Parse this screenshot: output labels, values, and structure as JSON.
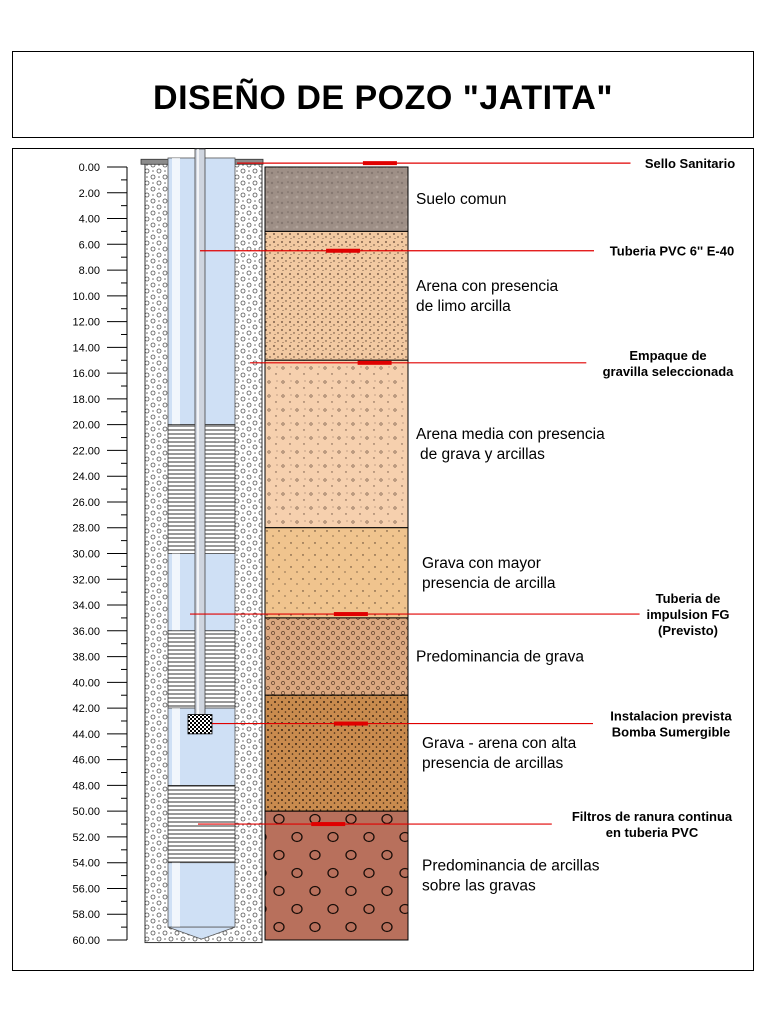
{
  "title": "DISEÑO DE POZO \"JATITA\"",
  "depth_ticks": [
    "0.00",
    "2.00",
    "4.00",
    "6.00",
    "8.00",
    "10.00",
    "12.00",
    "14.00",
    "16.00",
    "18.00",
    "20.00",
    "22.00",
    "24.00",
    "26.00",
    "28.00",
    "30.00",
    "32.00",
    "34.00",
    "36.00",
    "38.00",
    "40.00",
    "42.00",
    "44.00",
    "46.00",
    "48.00",
    "50.00",
    "52.00",
    "54.00",
    "56.00",
    "58.00",
    "60.00"
  ],
  "layers": [
    {
      "from": 0,
      "to": 5,
      "color": "#9e8f86",
      "pattern": "stone",
      "lines": [
        "Suelo comun"
      ]
    },
    {
      "from": 5,
      "to": 15,
      "color": "#f2c9a1",
      "pattern": "dots-dense",
      "lines": [
        "Arena con presencia",
        "de limo arcilla"
      ]
    },
    {
      "from": 15,
      "to": 28,
      "color": "#f6d0ae",
      "pattern": "dots-sparse",
      "lines": [
        "Arena media con presencia",
        "de grava y arcillas"
      ]
    },
    {
      "from": 28,
      "to": 35,
      "color": "#f0c48e",
      "pattern": "dots-fine",
      "lines": [
        "Grava con mayor",
        "presencia de arcilla"
      ]
    },
    {
      "from": 35,
      "to": 41,
      "color": "#dca880",
      "pattern": "pebbles-small",
      "lines": [
        "Predominancia de grava"
      ]
    },
    {
      "from": 41,
      "to": 50,
      "color": "#c98b4e",
      "pattern": "dots-heavy",
      "lines": [
        "Grava - arena con alta",
        "presencia de arcillas"
      ]
    },
    {
      "from": 50,
      "to": 60,
      "color": "#b8705c",
      "pattern": "circles",
      "lines": [
        "Predominancia de arcillas",
        "sobre las gravas"
      ]
    }
  ],
  "callouts": [
    {
      "depth": -0.3,
      "lines": [
        "Sello Sanitario"
      ]
    },
    {
      "depth": 6.5,
      "lines": [
        "Tuberia PVC 6'' E-40"
      ]
    },
    {
      "depth": 15.2,
      "lines": [
        "Empaque de",
        "gravilla seleccionada"
      ]
    },
    {
      "depth": 34.7,
      "lines": [
        "Tuberia de",
        "impulsion FG",
        "(Previsto)"
      ]
    },
    {
      "depth": 43.2,
      "lines": [
        "Instalacion prevista",
        "Bomba Sumergible"
      ]
    },
    {
      "depth": 51.0,
      "lines": [
        "Filtros de ranura continua",
        "en tuberia PVC"
      ]
    }
  ],
  "casing_sections": [
    {
      "from": -0.7,
      "to": 20,
      "kind": "blank"
    },
    {
      "from": 20,
      "to": 30,
      "kind": "filter"
    },
    {
      "from": 30,
      "to": 36,
      "kind": "blank"
    },
    {
      "from": 36,
      "to": 42,
      "kind": "filter"
    },
    {
      "from": 42,
      "to": 48,
      "kind": "blank"
    },
    {
      "from": 48,
      "to": 54,
      "kind": "filter"
    },
    {
      "from": 54,
      "to": 59,
      "kind": "blank"
    }
  ],
  "pump_depth": [
    42.5,
    44
  ],
  "colors": {
    "callout_line": "#e00000",
    "gravel_pack": "#ffffff",
    "casing_fill": "#cfe0f5",
    "seal": "#8c8c8c"
  }
}
